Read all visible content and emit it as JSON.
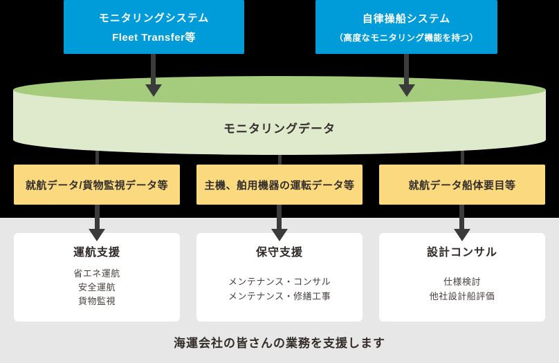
{
  "diagram": {
    "sources": [
      {
        "line1": "モニタリングシステム",
        "line2": "Fleet Transfer等"
      },
      {
        "line1": "自律操船システム",
        "line2": "（高度なモニタリング機能を持つ）"
      }
    ],
    "cylinder_label": "モニタリングデータ",
    "data_boxes": [
      {
        "label": "就航データ/貨物監視データ等"
      },
      {
        "label": "主機、舶用機器の運転データ等"
      },
      {
        "label": "就航データ船体要目等"
      }
    ],
    "cards": [
      {
        "title": "運航支援",
        "items": [
          "省エネ運航",
          "安全運航",
          "貨物監視"
        ]
      },
      {
        "title": "保守支援",
        "items": [
          "メンテナンス・コンサル",
          "メンテナンス・修繕工事"
        ]
      },
      {
        "title": "設計コンサル",
        "items": [
          "仕様検討",
          "他社設計船評価"
        ]
      }
    ],
    "footer_caption": "海運会社の皆さんの業務を支援します"
  },
  "colors": {
    "source_box": "#009CD9",
    "cylinder_top": "#A5CC7D",
    "cylinder_body": "#DFE9CC",
    "data_box": "#FBDA7F",
    "upper_background": "#000000",
    "lower_background": "#E7E7E7",
    "arrow": "#3B3B3B",
    "text_dark": "#332E2B",
    "text_on_source": "#FFFFFF"
  }
}
